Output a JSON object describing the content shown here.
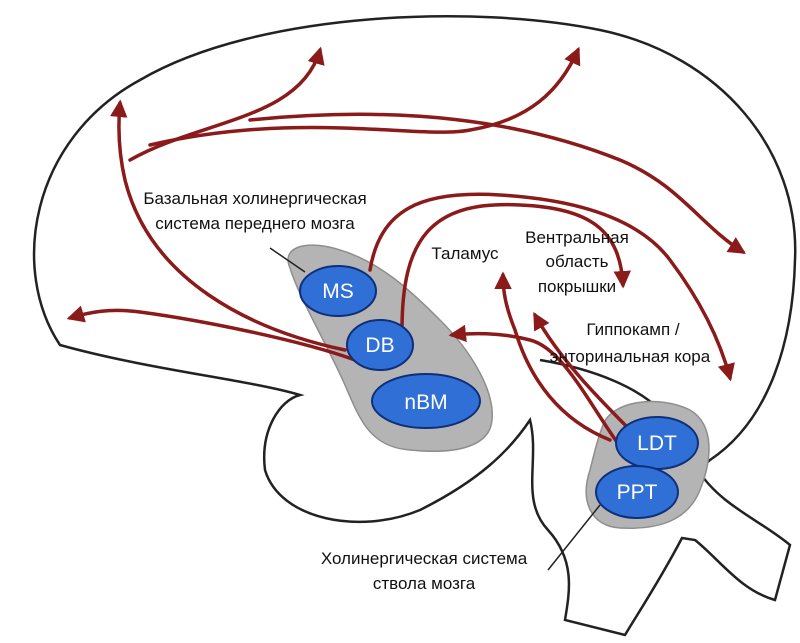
{
  "colors": {
    "outline": "#222222",
    "pathway": "#8b1a1a",
    "region_fill": "#b4b4b4",
    "node_fill": "#2f6fd6",
    "node_stroke": "#0f2f7a",
    "node_text": "#ffffff"
  },
  "labels": {
    "basal_line1": "Базальная холинергическая",
    "basal_line2": "система переднего мозга",
    "thalamus": "Таламус",
    "ventral_line1": "Вентральная",
    "ventral_line2": "область",
    "ventral_line3": "покрышки",
    "hippo_line1": "Гиппокамп /",
    "hippo_line2": "энторинальная кора",
    "brainstem_line1": "Холинергическая система",
    "brainstem_line2": "ствола мозга"
  },
  "nodes": {
    "ms": "MS",
    "db": "DB",
    "nbm": "nBM",
    "ldt": "LDT",
    "ppt": "PPT"
  }
}
